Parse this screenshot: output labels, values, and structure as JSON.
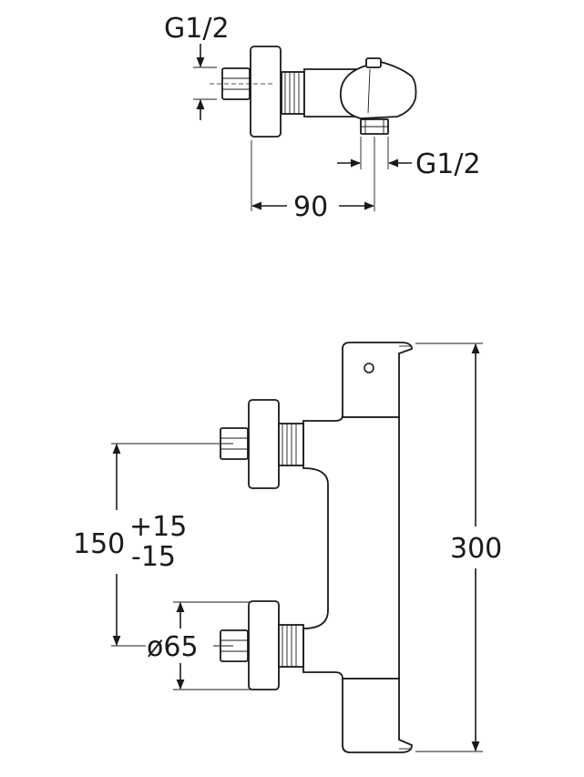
{
  "top_view": {
    "inlet_thread_label": "G1/2",
    "outlet_thread_label": "G1/2",
    "depth_dimension": "90"
  },
  "front_view": {
    "height_dimension": "300",
    "centers_nominal": "150",
    "centers_tolerance_plus": "+15",
    "centers_tolerance_minus": "-15",
    "escutcheon_diameter": "ø65"
  },
  "colors": {
    "line": "#1a1a1a",
    "background": "#ffffff"
  }
}
